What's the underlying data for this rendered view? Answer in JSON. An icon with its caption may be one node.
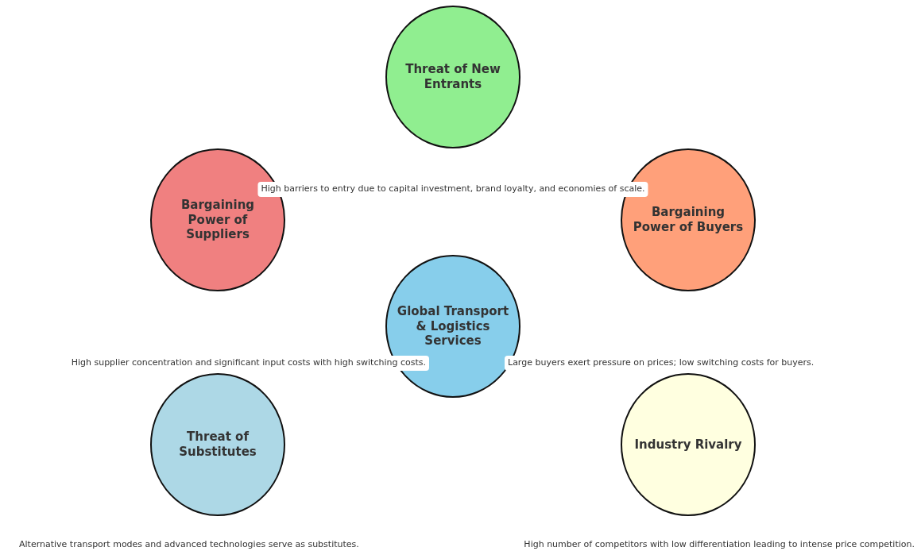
{
  "diagram": {
    "nodes": [
      {
        "text": [
          "Threat of New Entrants"
        ]
      },
      {
        "text": [
          "Bargaining Power of Suppliers"
        ]
      },
      {
        "text": [
          "Bargaining Power of Buyers"
        ]
      },
      {
        "text": [
          "Global Transport & Logistics Services"
        ]
      },
      {
        "text": [
          "Threat of Substitutes"
        ]
      },
      {
        "text": [
          "Industry Rivalry"
        ]
      }
    ],
    "labels": [
      "High barriers to entry due to capital investment, brand loyalty, and economies of scale.",
      "High supplier concentration and significant input costs with high switching costs.",
      "Large buyers exert pressure on prices; low switching costs for buyers.",
      "Alternative transport modes and advanced technologies serve as substitutes.",
      "High number of competitors with low differentiation leading to intense price competition."
    ]
  }
}
